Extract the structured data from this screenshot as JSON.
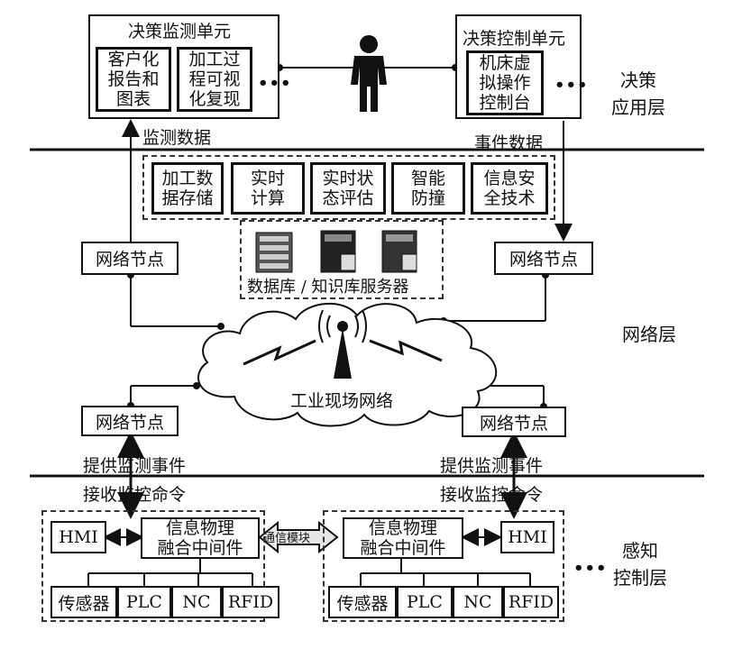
{
  "layers": {
    "decision": "决策\n应用层",
    "network": "网络层",
    "perception": "感知\n控制层"
  },
  "decision_monitor": {
    "title": "决策监测单元",
    "items": [
      "客户化\n报告和\n图表",
      "加工过\n程可视\n化复现"
    ],
    "dots": "•••"
  },
  "decision_control": {
    "title": "决策控制单元",
    "items": [
      "机床虚\n拟操作\n控制台"
    ],
    "dots": "•••"
  },
  "flows": {
    "monitor_data": "监测数据",
    "event_data": "事件数据",
    "provide_left": "提供监测事件",
    "receive_left": "接收监控命令",
    "provide_right": "提供监测事件",
    "receive_right": "接收监控命令"
  },
  "services": [
    "加工数\n据存储",
    "实时\n计算",
    "实时状\n态评估",
    "智能\n防撞",
    "信息安\n全技术"
  ],
  "servers_label": "数据库 / 知识库服务器",
  "network_nodes": [
    "网络节点",
    "网络节点",
    "网络节点",
    "网络节点"
  ],
  "cloud_label": "工业现场网络",
  "perception": {
    "left": {
      "hmi": "HMI",
      "middleware": "信息物理\n融合中间件",
      "devices": [
        "传感器",
        "PLC",
        "NC",
        "RFID"
      ]
    },
    "right": {
      "hmi": "HMI",
      "middleware": "信息物理\n融合中间件",
      "devices": [
        "传感器",
        "PLC",
        "NC",
        "RFID"
      ]
    },
    "comm_module": "通信模块",
    "dots": "•••"
  }
}
